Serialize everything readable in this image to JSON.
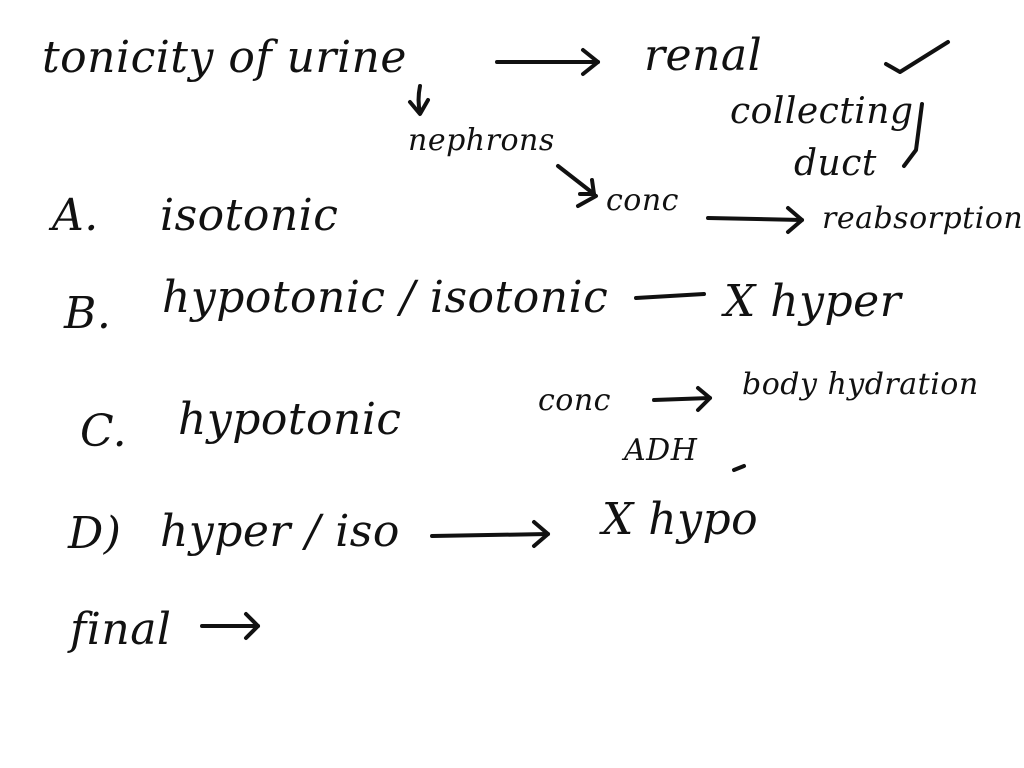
{
  "notes": {
    "title": "tonicity of urine",
    "renal": "renal",
    "nephrons": "nephrons",
    "collecting_duct_1": "collecting",
    "collecting_duct_2": "duct",
    "conc_a": "conc",
    "reabsorption": "reabsorption",
    "option_a_label": "A.",
    "option_a_text": "isotonic",
    "option_b_label": "B.",
    "option_b_text": "hypotonic / isotonic",
    "option_b_result": "X hyper",
    "option_c_label": "C.",
    "option_c_text": "hypotonic",
    "option_c_conc": "conc",
    "option_c_result": "body hydration",
    "adh": "ADH",
    "option_d_label": "D)",
    "option_d_text": "hyper / iso",
    "option_d_result": "X hypo",
    "final": "final"
  },
  "colors": {
    "ink": "#111111",
    "background": "#ffffff"
  }
}
